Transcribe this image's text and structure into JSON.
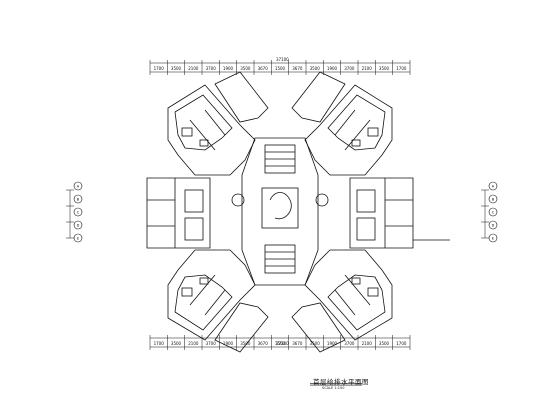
{
  "drawing": {
    "title": "首层给排水平面图",
    "scale_note": "SCALE 1:100",
    "dims_top": [
      "1700",
      "3500",
      "2100",
      "3700",
      "1900",
      "3500",
      "3670",
      "1500",
      "3670",
      "3500",
      "1900",
      "3700",
      "2100",
      "3500",
      "1700"
    ],
    "dims_bottom": [
      "1700",
      "3500",
      "2100",
      "3700",
      "1900",
      "3500",
      "3670",
      "1500",
      "3670",
      "3500",
      "1900",
      "3700",
      "2100",
      "3500",
      "1700"
    ],
    "dim_total": "37100",
    "axis_bubbles_left": [
      "A",
      "B",
      "C",
      "D",
      "E"
    ],
    "axis_bubbles_right": [
      "A",
      "B",
      "C",
      "D",
      "E"
    ]
  },
  "colors": {
    "line": "#111111",
    "paper": "#ffffff"
  }
}
